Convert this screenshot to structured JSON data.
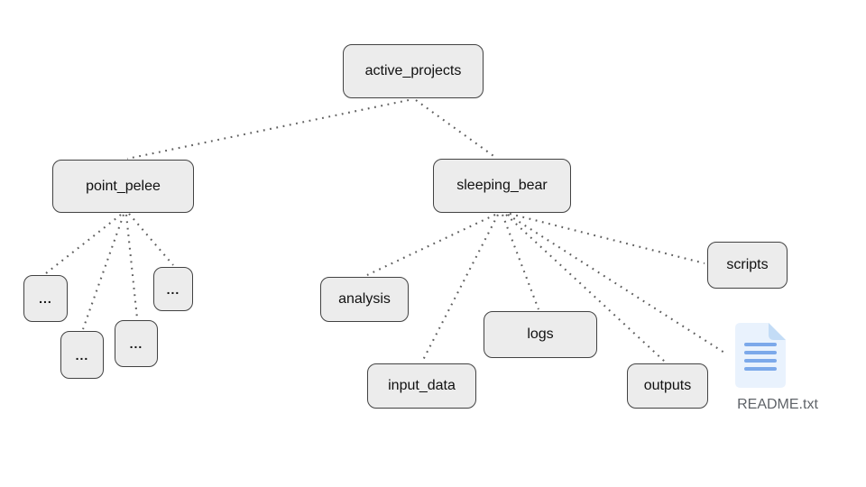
{
  "diagram": {
    "type": "tree",
    "nodes": {
      "active_projects": {
        "label": "active_projects"
      },
      "point_pelee": {
        "label": "point_pelee"
      },
      "sleeping_bear": {
        "label": "sleeping_bear"
      },
      "pelee_more_1": {
        "label": "..."
      },
      "pelee_more_2": {
        "label": "..."
      },
      "pelee_more_3": {
        "label": "..."
      },
      "pelee_more_4": {
        "label": "..."
      },
      "analysis": {
        "label": "analysis"
      },
      "input_data": {
        "label": "input_data"
      },
      "logs": {
        "label": "logs"
      },
      "outputs": {
        "label": "outputs"
      },
      "scripts": {
        "label": "scripts"
      },
      "readme": {
        "label": "README.txt",
        "icon": "document-icon"
      }
    },
    "edges": [
      {
        "from": "active_projects",
        "to": "point_pelee"
      },
      {
        "from": "active_projects",
        "to": "sleeping_bear"
      },
      {
        "from": "point_pelee",
        "to": "pelee_more_1"
      },
      {
        "from": "point_pelee",
        "to": "pelee_more_2"
      },
      {
        "from": "point_pelee",
        "to": "pelee_more_3"
      },
      {
        "from": "point_pelee",
        "to": "pelee_more_4"
      },
      {
        "from": "sleeping_bear",
        "to": "analysis"
      },
      {
        "from": "sleeping_bear",
        "to": "input_data"
      },
      {
        "from": "sleeping_bear",
        "to": "logs"
      },
      {
        "from": "sleeping_bear",
        "to": "outputs"
      },
      {
        "from": "sleeping_bear",
        "to": "scripts"
      },
      {
        "from": "sleeping_bear",
        "to": "readme"
      }
    ]
  },
  "colors": {
    "background": "#ffffff",
    "node_fill": "#ececec",
    "node_border": "#424242",
    "connector": "#5f5f5f",
    "file_body": "#e9f2fd",
    "file_fold": "#c3dcf6",
    "file_lines": "#7ca9ea",
    "caption_text": "#5f6368",
    "label_text": "#111111"
  }
}
